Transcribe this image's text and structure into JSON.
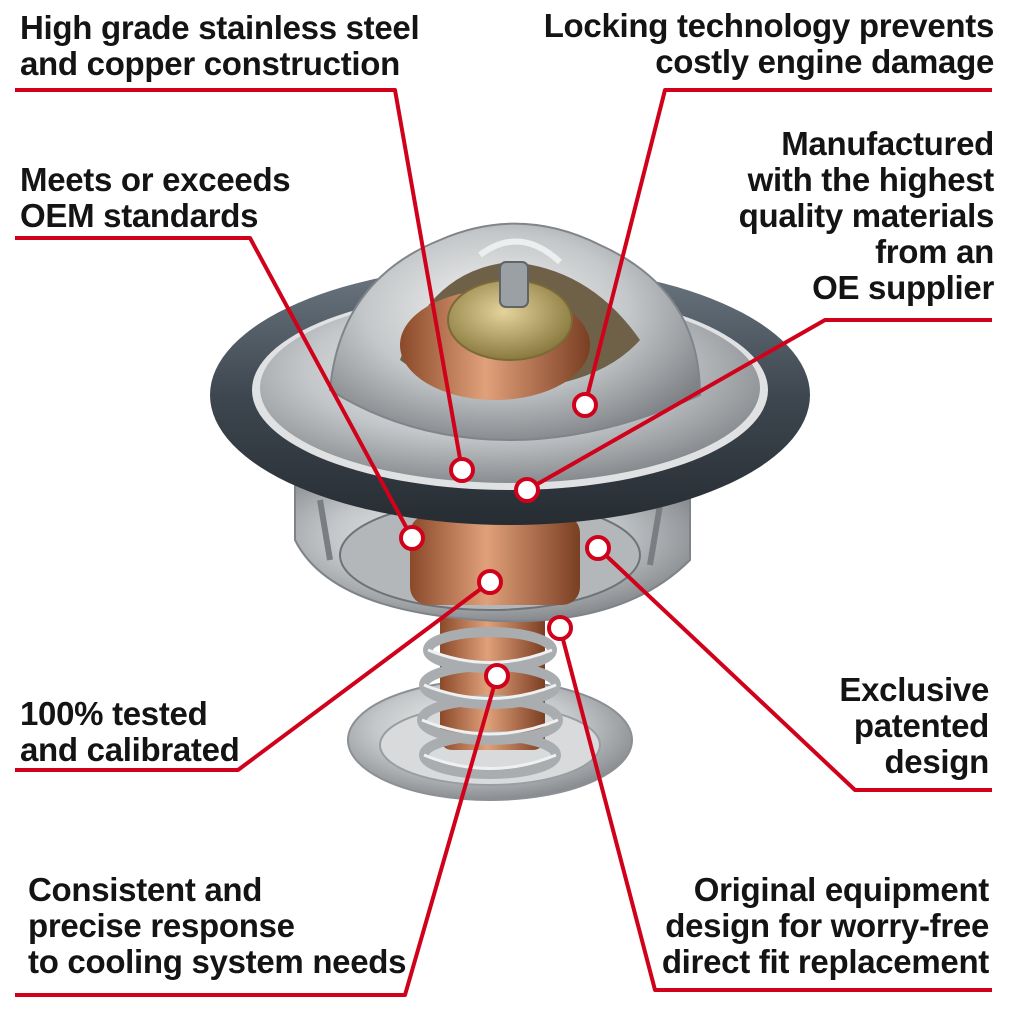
{
  "callouts": [
    {
      "id": "stainless",
      "text": "High grade stainless steel\nand copper construction"
    },
    {
      "id": "locking",
      "text": "Locking technology prevents\ncostly engine damage"
    },
    {
      "id": "oem",
      "text": "Meets or exceeds\nOEM standards"
    },
    {
      "id": "manufactured",
      "text": "Manufactured\nwith the highest\nquality materials\nfrom an\nOE supplier"
    },
    {
      "id": "tested",
      "text": "100% tested\nand calibrated"
    },
    {
      "id": "exclusive",
      "text": "Exclusive\npatented\ndesign"
    },
    {
      "id": "consistent",
      "text": "Consistent and\nprecise response\nto cooling system needs"
    },
    {
      "id": "original",
      "text": "Original equipment\ndesign for worry-free\ndirect fit replacement"
    }
  ],
  "colors": {
    "accent": "#d0021b",
    "gasket": "#4a5560",
    "steel": "#c9ccce",
    "copper": "#c8845a",
    "brass": "#b89a5a"
  }
}
